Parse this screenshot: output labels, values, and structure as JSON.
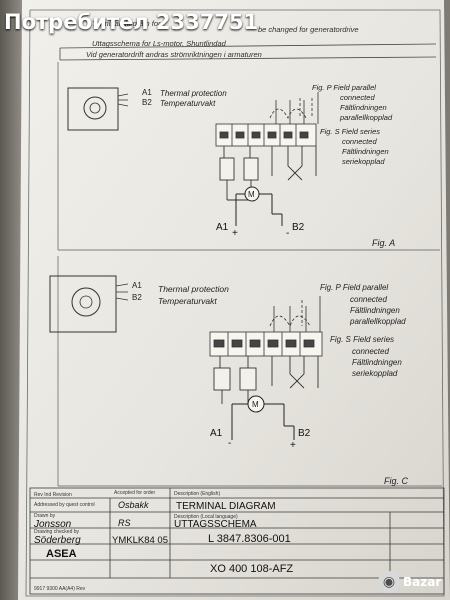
{
  "overlay": {
    "title": "Потребител 2337751"
  },
  "watermark": {
    "text": "Bazar"
  },
  "header": {
    "line1": "Terminal diagram for",
    "line1b": "be changed for generatordrive",
    "line2": "Uttagsschema for Ls-motor, Shuntlindad",
    "line3": "Vid generatordrift andras strömriktningen i armaturen"
  },
  "fig_a": {
    "a1": "A1",
    "b2": "B2",
    "thermal": "Thermal protection",
    "tempvakt": "Temperaturvakt",
    "par_label": "Fig. P  Field parallel",
    "par_2": "connected",
    "par_3": "Fältlindningen",
    "par_4": "parallellkopplad",
    "ser_label": "Fig. S  Field series",
    "ser_2": "connected",
    "ser_3": "Fältlindningen",
    "ser_4": "seriekopplad",
    "motor": "M",
    "bottom_a1": "A1",
    "plus": "+",
    "bottom_b2": "B2",
    "minus": "-",
    "fig": "Fig. A"
  },
  "fig_c": {
    "a1": "A1",
    "b2": "B2",
    "thermal": "Thermal protection",
    "tempvakt": "Temperaturvakt",
    "par_label": "Fig. P  Field parallel",
    "par_2": "connected",
    "par_3": "Fältlindningen",
    "par_4": "parallellkopplad",
    "ser_label": "Fig. S  Field series",
    "ser_2": "connected",
    "ser_3": "Fältlindningen",
    "ser_4": "seriekopplad",
    "motor": "M",
    "bottom_a1": "A1",
    "minus": "-",
    "bottom_b2": "B2",
    "plus": "+",
    "fig": "Fig. C"
  },
  "title_block": {
    "rev": "Rev  Ind  Revision",
    "address": "Addressed by quest control",
    "accepted": "Accepted for order",
    "accepted_name": "Osbakk",
    "desc_en_label": "Description (English)",
    "desc_en": "TERMINAL DIAGRAM",
    "desc_local_label": "Description (Local language)",
    "desc_local": "UTTAGSSCHEMA",
    "drawn_label": "Drawn by",
    "drawn": "Jonsson",
    "drawn_init": "RS",
    "checked_label": "Drawing checked by",
    "checked": "Söderberg",
    "checked_code": "YMKLK84 05",
    "company": "ASEA",
    "doc_no": "L 3847.8306-001",
    "doc_no2": "XO 400 108-AFZ",
    "footer": "9917  9300  AA(A4)  Rev"
  }
}
